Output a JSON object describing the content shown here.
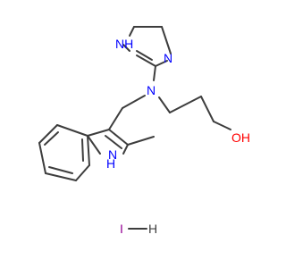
{
  "atoms": {
    "imidazoline_nh": {
      "text": "NH",
      "color": "#0000ff"
    },
    "imidazoline_n": {
      "text": "N",
      "color": "#0000ff"
    },
    "amine_n": {
      "text": "N",
      "color": "#0000ff"
    },
    "hydroxyl": {
      "text": "OH",
      "color": "#ff0000"
    },
    "indole_n": {
      "text": "N",
      "color": "#0000ff"
    },
    "indole_h": {
      "text": "H",
      "color": "#0000ff"
    },
    "iodine": {
      "text": "I",
      "color": "#940094"
    },
    "iodide_h": {
      "text": "H",
      "color": "#3d3d3d"
    }
  },
  "bond_color": "#3d3d3d"
}
